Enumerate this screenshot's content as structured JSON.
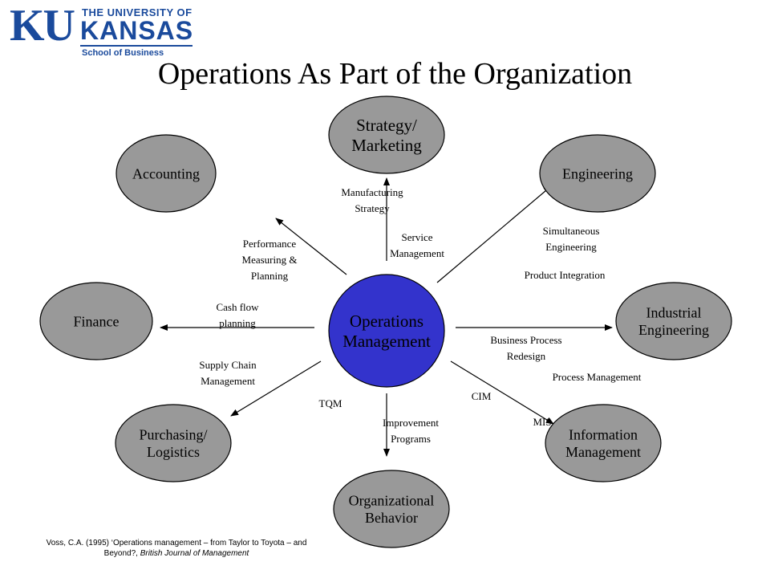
{
  "logo": {
    "ku": "KU",
    "university": "THE UNIVERSITY OF",
    "kansas": "KANSAS",
    "school": "School of Business"
  },
  "title": "Operations As Part of the Organization",
  "center": {
    "lines": [
      "Operations",
      "Management"
    ],
    "fill": "#3333cc"
  },
  "nodes": [
    {
      "id": "strategy-marketing",
      "lines": [
        "Strategy/",
        "Marketing"
      ]
    },
    {
      "id": "accounting",
      "lines": [
        "Accounting"
      ]
    },
    {
      "id": "engineering",
      "lines": [
        "Engineering"
      ]
    },
    {
      "id": "finance",
      "lines": [
        "Finance"
      ]
    },
    {
      "id": "industrial-engineering",
      "lines": [
        "Industrial",
        "Engineering"
      ]
    },
    {
      "id": "purchasing-logistics",
      "lines": [
        "Purchasing/",
        "Logistics"
      ]
    },
    {
      "id": "information-management",
      "lines": [
        "Information",
        "Management"
      ]
    },
    {
      "id": "organizational-behavior",
      "lines": [
        "Organizational",
        "Behavior"
      ]
    }
  ],
  "labels": [
    {
      "id": "manufacturing-strategy",
      "lines": [
        "Manufacturing",
        "Strategy"
      ]
    },
    {
      "id": "service-management",
      "lines": [
        "Service",
        "Management"
      ]
    },
    {
      "id": "performance-measuring",
      "lines": [
        "Performance",
        "Measuring &",
        "Planning"
      ]
    },
    {
      "id": "simultaneous-engineering",
      "lines": [
        "Simultaneous",
        "Engineering"
      ]
    },
    {
      "id": "product-integration",
      "lines": [
        "Product Integration"
      ]
    },
    {
      "id": "cash-flow-planning",
      "lines": [
        "Cash flow",
        "planning"
      ]
    },
    {
      "id": "business-process-redesign",
      "lines": [
        "Business Process",
        "Redesign"
      ]
    },
    {
      "id": "supply-chain-management",
      "lines": [
        "Supply Chain",
        "Management"
      ]
    },
    {
      "id": "process-management",
      "lines": [
        "Process Management"
      ]
    },
    {
      "id": "tqm",
      "lines": [
        "TQM"
      ]
    },
    {
      "id": "cim",
      "lines": [
        "CIM"
      ]
    },
    {
      "id": "improvement-programs",
      "lines": [
        "Improvement",
        "Programs"
      ]
    },
    {
      "id": "mis",
      "lines": [
        "MIS"
      ]
    }
  ],
  "citation": {
    "line1": "Voss, C.A. (1995) ‘Operations management – from Taylor to Toyota – and",
    "line2_prefix": "Beyond?, ",
    "line2_journal": "British Journal of Management"
  },
  "colors": {
    "node_fill": "#999999",
    "brand": "#1a4a9c"
  }
}
